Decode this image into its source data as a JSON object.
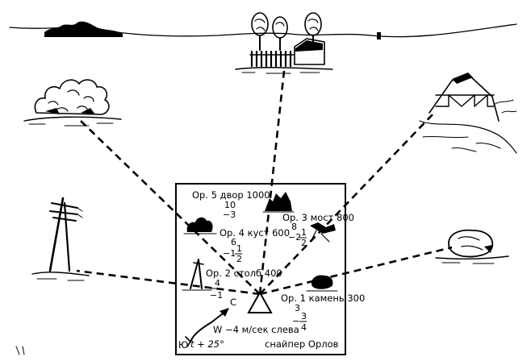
{
  "card": {
    "landmarks": [
      {
        "id": "or5",
        "label": "Ор. 5 двор 1000",
        "line1": "10",
        "line2": "−3"
      },
      {
        "id": "or4",
        "label": "Ор. 4 куст 600",
        "line1": "6",
        "sign": "−1",
        "frac_num": "1",
        "frac_den": "2"
      },
      {
        "id": "or3",
        "label": "Ор. 3 мост 800",
        "line1": "8",
        "sign": "−2",
        "frac_num": "1",
        "frac_den": "2"
      },
      {
        "id": "or2",
        "label": "Ор. 2 столб 400",
        "line1": "4",
        "line2": "−1"
      },
      {
        "id": "or1",
        "label": "Ор. 1 камень 300",
        "line1": "3",
        "sign": "−",
        "frac_num": "3",
        "frac_den": "4"
      }
    ],
    "north_label": "С",
    "south_label": "Ю",
    "wind_label": "W −4 м/сек слева",
    "temperature": "t + 25°",
    "sniper": "снайпер Орлов"
  }
}
